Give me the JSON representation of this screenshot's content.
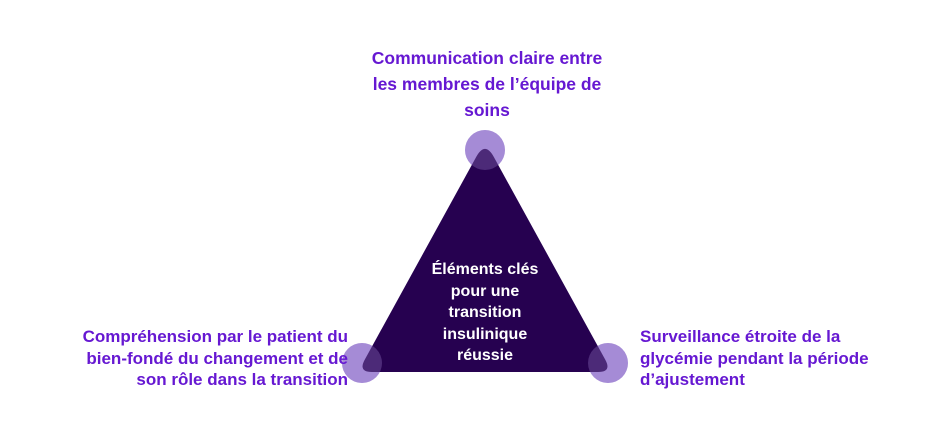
{
  "colors": {
    "background": "#ffffff",
    "label_text": "#6618d2",
    "triangle_fill": "#260150",
    "vertex_circle_fill": "#a58bd6",
    "center_text": "#ffffff"
  },
  "diagram": {
    "top_label": {
      "lines": [
        "Communication claire entre",
        "les membres de l’équipe de",
        "soins"
      ]
    },
    "left_label": {
      "lines": [
        "Compréhension par le patient du",
        "bien-fondé du changement et de",
        "son rôle dans la transition"
      ]
    },
    "right_label": {
      "lines": [
        "Surveillance étroite de la",
        "glycémie pendant la période",
        "d’ajustement"
      ]
    },
    "center_label": {
      "lines": [
        "Éléments clés",
        "pour une",
        "transition",
        "insulinique",
        "réussie"
      ]
    }
  }
}
